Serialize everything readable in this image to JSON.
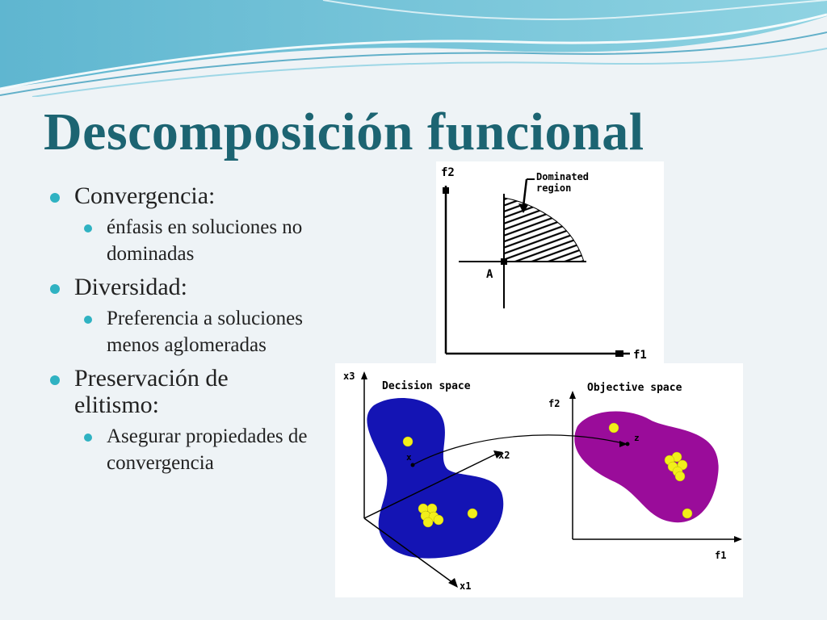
{
  "slide": {
    "title": "Descomposición funcional",
    "bullets": [
      {
        "text": "Convergencia:",
        "sub": [
          "énfasis en soluciones no dominadas"
        ]
      },
      {
        "text": "Diversidad:",
        "sub": [
          "Preferencia a soluciones menos aglomeradas"
        ]
      },
      {
        "text": "Preservación de elitismo:",
        "sub": [
          "Asegurar propiedades de convergencia"
        ]
      }
    ]
  },
  "figure_dominance": {
    "y_axis_label": "f2",
    "x_axis_label": "f1",
    "annotation": "Dominated region",
    "point_label": "A",
    "colors": {
      "hatch": "#000000",
      "axes": "#000000"
    }
  },
  "figure_spaces": {
    "decision_title": "Decision space",
    "objective_title": "Objective space",
    "decision_axes": [
      "x3",
      "x2",
      "x1"
    ],
    "objective_axes": [
      "f2",
      "f1"
    ],
    "decision_point_label": "x",
    "objective_point_label": "z",
    "colors": {
      "decision_region": "#1414b4",
      "objective_region": "#9a0c9a",
      "solutions": "#f2ef1a"
    }
  }
}
